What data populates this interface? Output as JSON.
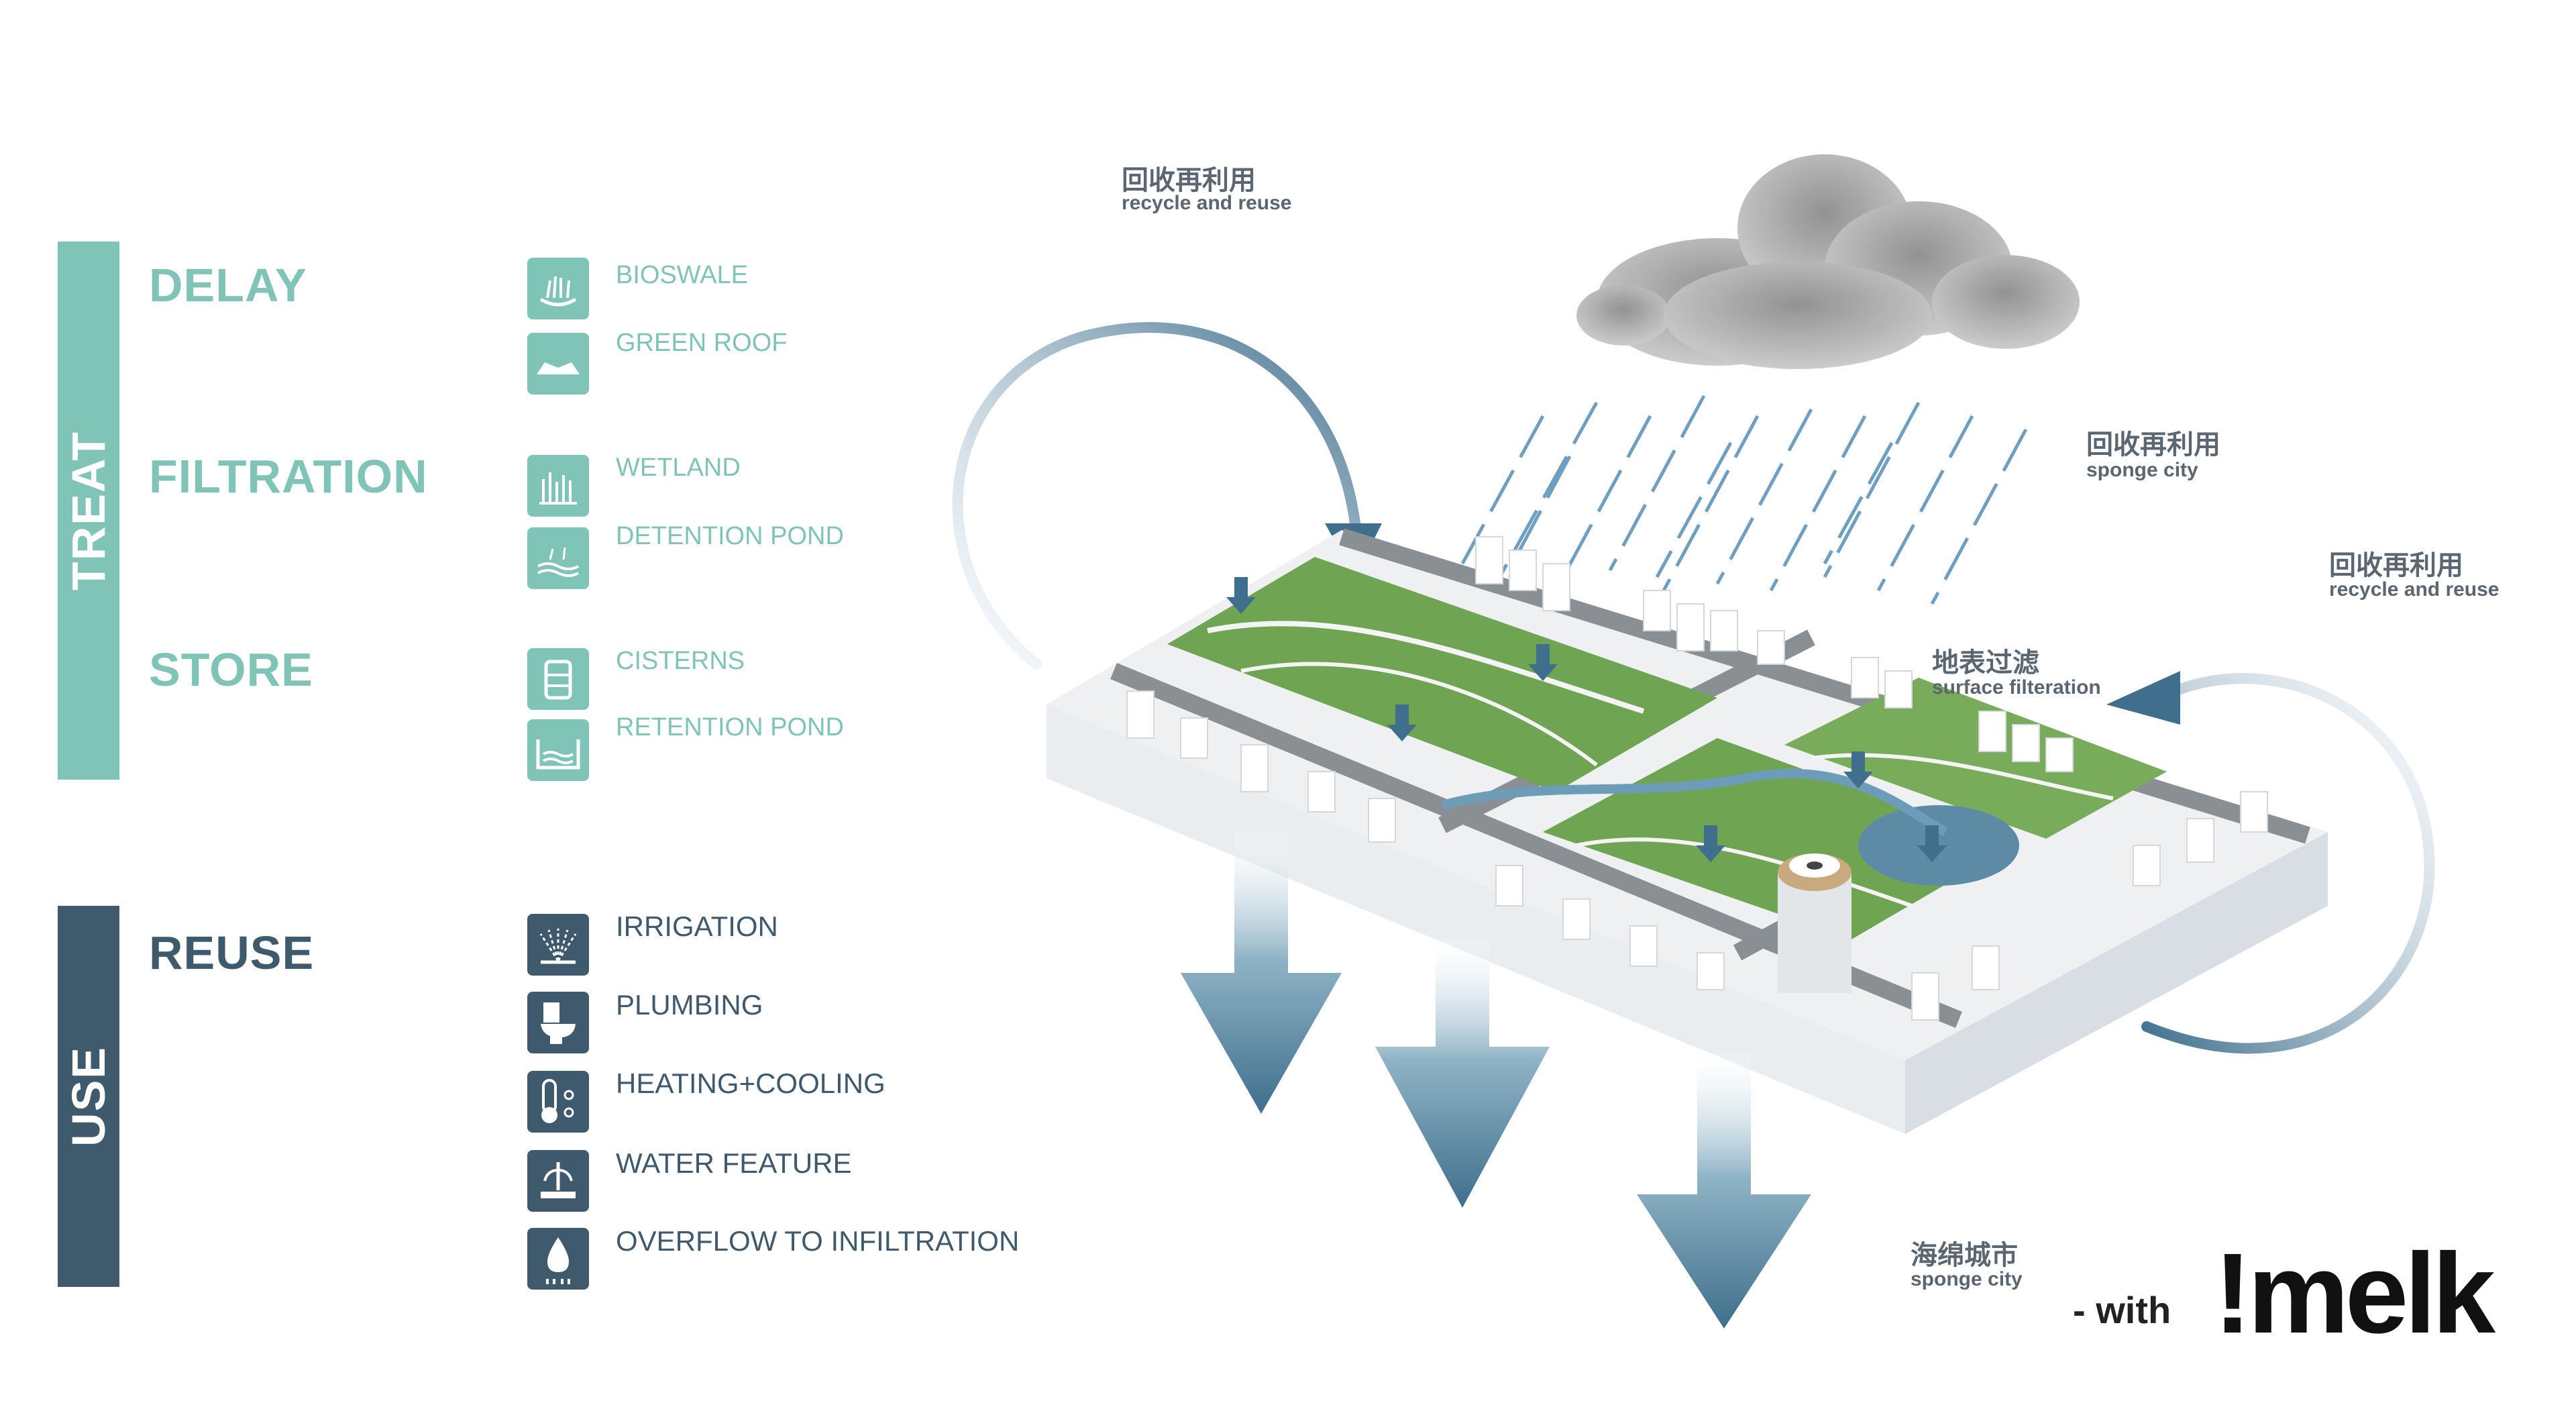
{
  "legend": {
    "treat_label": "TREAT",
    "use_label": "USE",
    "categories": {
      "delay": "DELAY",
      "filtration": "FILTRATION",
      "store": "STORE",
      "reuse": "REUSE"
    },
    "items": {
      "bioswale": "BIOSWALE",
      "green_roof": "GREEN ROOF",
      "wetland": "WETLAND",
      "detention_pond": "DETENTION POND",
      "cisterns": "CISTERNS",
      "retention_pond": "RETENTION POND",
      "irrigation": "IRRIGATION",
      "plumbing": "PLUMBING",
      "heating_cooling": "HEATING+COOLING",
      "water_feature": "WATER FEATURE",
      "overflow": "OVERFLOW TO INFILTRATION"
    },
    "icons": {
      "bioswale": "bioswale-icon",
      "green_roof": "green-roof-icon",
      "wetland": "wetland-icon",
      "detention_pond": "detention-pond-icon",
      "cisterns": "cistern-icon",
      "retention_pond": "retention-pond-icon",
      "irrigation": "irrigation-icon",
      "plumbing": "toilet-icon",
      "heating_cooling": "thermometer-icon",
      "water_feature": "fountain-icon",
      "overflow": "water-drop-icon"
    }
  },
  "annotations": {
    "top_left_cn": "回收再利用",
    "top_left_en": "recycle and reuse",
    "top_right_cn": "回收再利用",
    "top_right_en": "sponge city",
    "right_cn": "回收再利用",
    "right_en": "recycle and reuse",
    "surface_cn": "地表过滤",
    "surface_en": "surface filteration",
    "bottom_cn": "海绵城市",
    "bottom_en": "sponge city"
  },
  "branding": {
    "with_text": "- with",
    "logo_text": "!melk"
  },
  "colors": {
    "teal": "#7fc4b6",
    "dark": "#3f5a6c",
    "arrow_blue": "#3f6f8c",
    "park_green": "#5f9a48"
  }
}
